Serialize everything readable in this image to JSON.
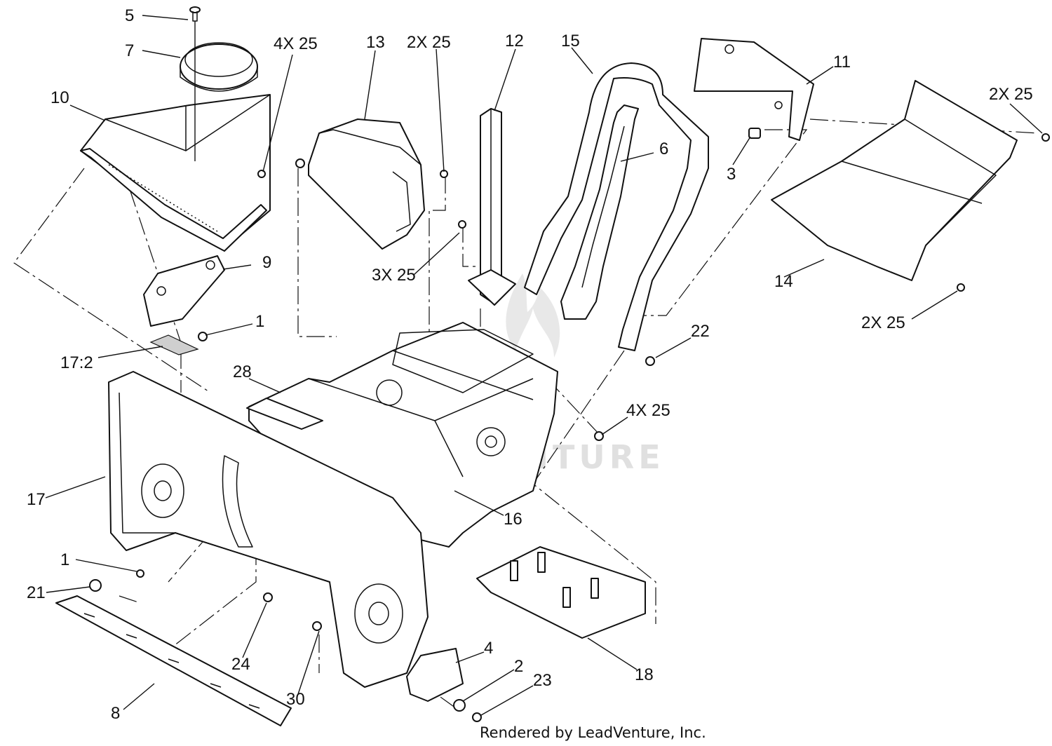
{
  "watermark": "LEADVENTURE",
  "footer": "Rendered by LeadVenture, Inc.",
  "callouts": {
    "c1_top": "1",
    "c1_bottom": "1",
    "c2": "2",
    "c3": "3",
    "c4": "4",
    "c5": "5",
    "c6": "6",
    "c7": "7",
    "c8": "8",
    "c9": "9",
    "c10": "10",
    "c11": "11",
    "c12": "12",
    "c13": "13",
    "c14": "14",
    "c15": "15",
    "c16": "16",
    "c17": "17",
    "c17_2": "17:2",
    "c18": "18",
    "c21": "21",
    "c22": "22",
    "c23": "23",
    "c24": "24",
    "c28": "28",
    "c30": "30",
    "c4x25_chute": "4X 25",
    "c4x25_side": "4X 25",
    "c2x25_cover": "2X 25",
    "c2x25_panel_top": "2X 25",
    "c2x25_panel_bottom": "2X 25",
    "c3x25": "3X 25"
  }
}
